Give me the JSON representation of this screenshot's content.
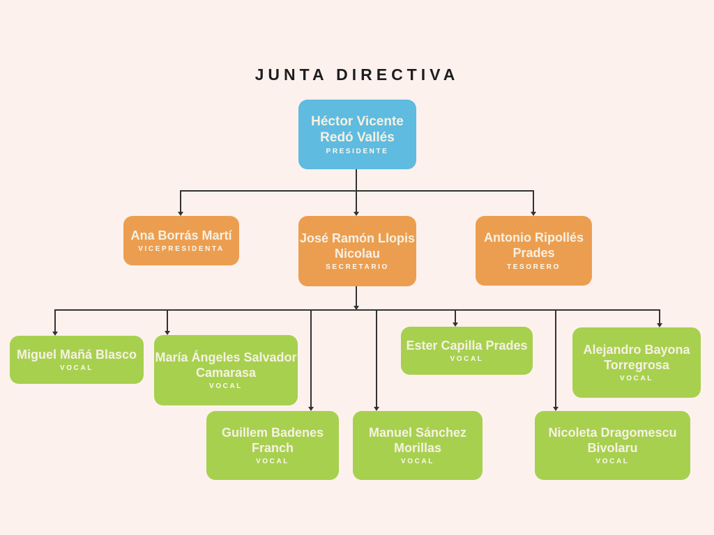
{
  "title": "JUNTA DIRECTIVA",
  "colors": {
    "background": "#fdf1ee",
    "president_blue": "#5fbbdf",
    "officer_orange": "#ec9e50",
    "vocal_green": "#a7d04f",
    "name_text": "#f6f1e3",
    "role_text": "#fcf9f0",
    "connector_line": "#333230",
    "title_text": "#1d1d1d"
  },
  "nodes": [
    {
      "name": "Héctor Vicente\nRedó Vallés",
      "role": "PRESIDENTE",
      "level": "president"
    },
    {
      "name": "Ana Borrás Martí",
      "role": "VICEPRESIDENTA",
      "level": "officer"
    },
    {
      "name": "José Ramón Llopis\nNicolau",
      "role": "SECRETARIO",
      "level": "officer"
    },
    {
      "name": "Antonio Ripollés\nPrades",
      "role": "TESORERO",
      "level": "officer"
    },
    {
      "name": "Miguel Mañá Blasco",
      "role": "VOCAL",
      "level": "vocal"
    },
    {
      "name": "María Ángeles Salvador\nCamarasa",
      "role": "VOCAL",
      "level": "vocal"
    },
    {
      "name": "Ester Capilla Prades",
      "role": "VOCAL",
      "level": "vocal"
    },
    {
      "name": "Alejandro Bayona\nTorregrosa",
      "role": "VOCAL",
      "level": "vocal"
    },
    {
      "name": "Guillem Badenes\nFranch",
      "role": "VOCAL",
      "level": "vocal"
    },
    {
      "name": "Manuel Sánchez\nMorillas",
      "role": "VOCAL",
      "level": "vocal"
    },
    {
      "name": "Nicoleta Dragomescu\nBivolaru",
      "role": "VOCAL",
      "level": "vocal"
    }
  ]
}
